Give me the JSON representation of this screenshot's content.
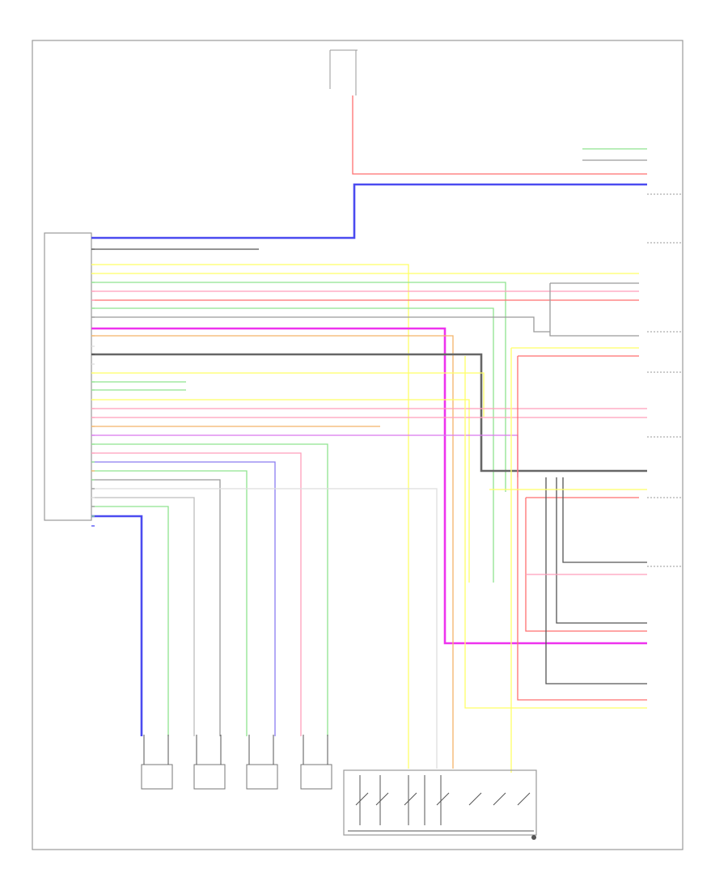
{
  "diagram_id": "",
  "colors": {
    "red": "#ff6f6f",
    "blue": "#4b4bf0",
    "green": "#8fe38f",
    "yellow": "#ffff66",
    "pink": "#ff9ebb",
    "magenta": "#ee33ee",
    "gray": "#9a9a9a",
    "dark": "#555555",
    "orange": "#f3b469",
    "violet": "#d978ee",
    "light": "#dedede"
  },
  "top_connector": {
    "title": "",
    "label": ""
  },
  "module": {
    "label": ""
  },
  "sensors": [
    {
      "label": ""
    },
    {
      "label": ""
    },
    {
      "label": ""
    },
    {
      "label": ""
    }
  ],
  "switch_assembly": {
    "label": ""
  },
  "right_components": [
    {
      "label": ""
    },
    {
      "label": ""
    },
    {
      "label": ""
    },
    {
      "label": ""
    },
    {
      "label": ""
    },
    {
      "label": ""
    },
    {
      "label": ""
    }
  ],
  "left_pins": [
    {
      "label": "",
      "color": "blue"
    },
    {
      "label": "",
      "color": "dark"
    },
    {
      "label": "",
      "color": "yellow"
    },
    {
      "label": "",
      "color": "yellow"
    },
    {
      "label": "",
      "color": "green"
    },
    {
      "label": "",
      "color": "pink"
    },
    {
      "label": "",
      "color": "pink"
    },
    {
      "label": "",
      "color": "green"
    },
    {
      "label": "",
      "color": "gray"
    },
    {
      "label": "",
      "color": "magenta"
    },
    {
      "label": "",
      "color": "orange"
    },
    {
      "label": "",
      "color": "light"
    },
    {
      "label": "",
      "color": "dark"
    },
    {
      "label": "",
      "color": "light"
    },
    {
      "label": "",
      "color": "yellow"
    },
    {
      "label": "",
      "color": "green"
    },
    {
      "label": "",
      "color": "green"
    },
    {
      "label": "",
      "color": "yellow"
    },
    {
      "label": "",
      "color": "pink"
    },
    {
      "label": "",
      "color": "pink"
    },
    {
      "label": "",
      "color": "orange"
    },
    {
      "label": "",
      "color": "violet"
    },
    {
      "label": "",
      "color": "green"
    },
    {
      "label": "",
      "color": "pink"
    },
    {
      "label": "",
      "color": "green"
    },
    {
      "label": "",
      "color": "orange"
    },
    {
      "label": "",
      "color": "green"
    },
    {
      "label": "",
      "color": "gray"
    },
    {
      "label": "",
      "color": "light"
    },
    {
      "label": "",
      "color": "gray"
    },
    {
      "label": "",
      "color": "green"
    },
    {
      "label": "",
      "color": "blue"
    }
  ]
}
